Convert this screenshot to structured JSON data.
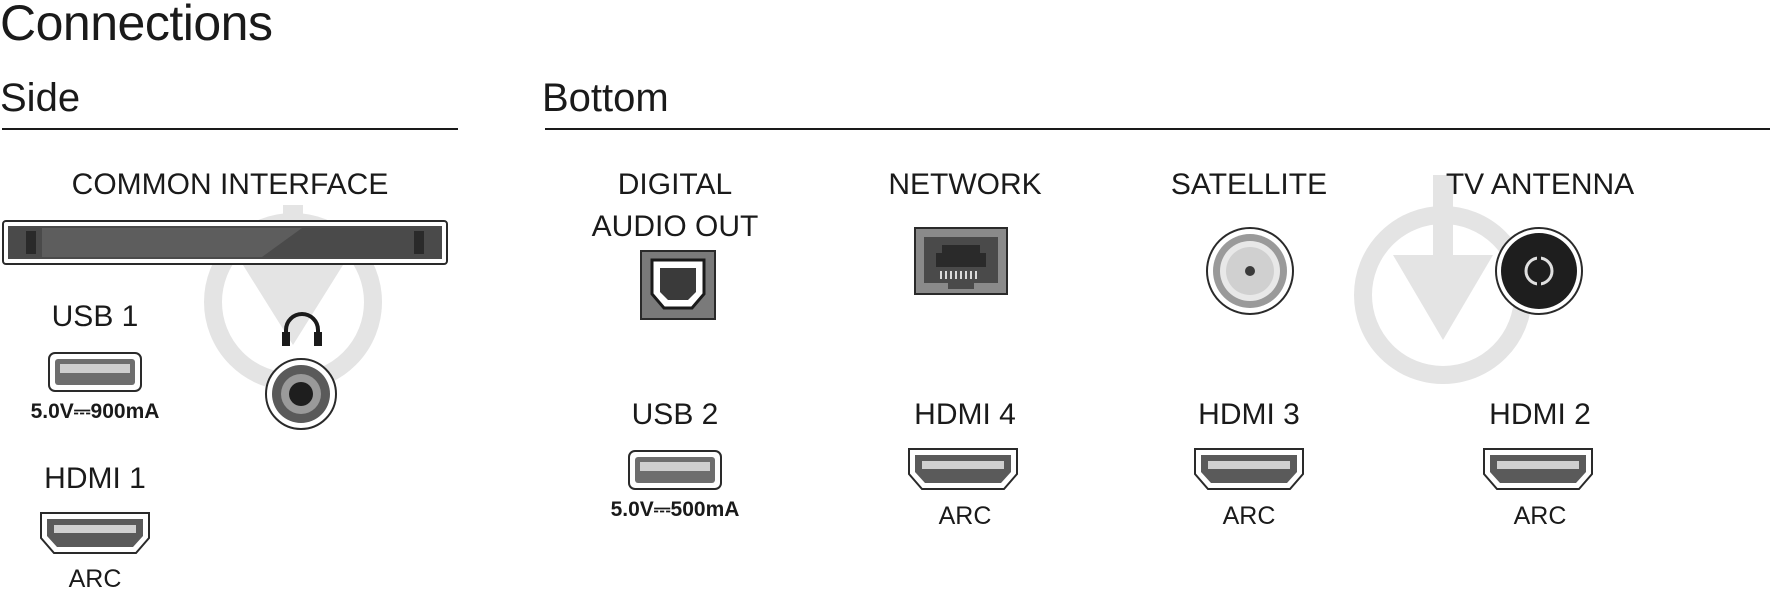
{
  "title": "Connections",
  "sections": {
    "side": "Side",
    "bottom": "Bottom"
  },
  "ports": {
    "common_interface": {
      "label": "COMMON INTERFACE"
    },
    "usb1": {
      "label": "USB 1",
      "spec": "5.0V⎓900mA"
    },
    "hdmi1": {
      "label": "HDMI 1",
      "sub": "ARC"
    },
    "headphones": {
      "icon": "headphones-icon"
    },
    "digital_audio_out": {
      "label_line1": "DIGITAL",
      "label_line2": "AUDIO OUT"
    },
    "network": {
      "label": "NETWORK"
    },
    "satellite": {
      "label": "SATELLITE"
    },
    "tv_antenna": {
      "label": "TV ANTENNA"
    },
    "usb2": {
      "label": "USB 2",
      "spec": "5.0V⎓500mA"
    },
    "hdmi4": {
      "label": "HDMI 4",
      "sub": "ARC"
    },
    "hdmi3": {
      "label": "HDMI 3",
      "sub": "ARC"
    },
    "hdmi2": {
      "label": "HDMI 2",
      "sub": "ARC"
    }
  },
  "colors": {
    "port_dark": "#3a3a3a",
    "port_mid": "#8a8a8a",
    "watermark": "#e2e2e2"
  }
}
